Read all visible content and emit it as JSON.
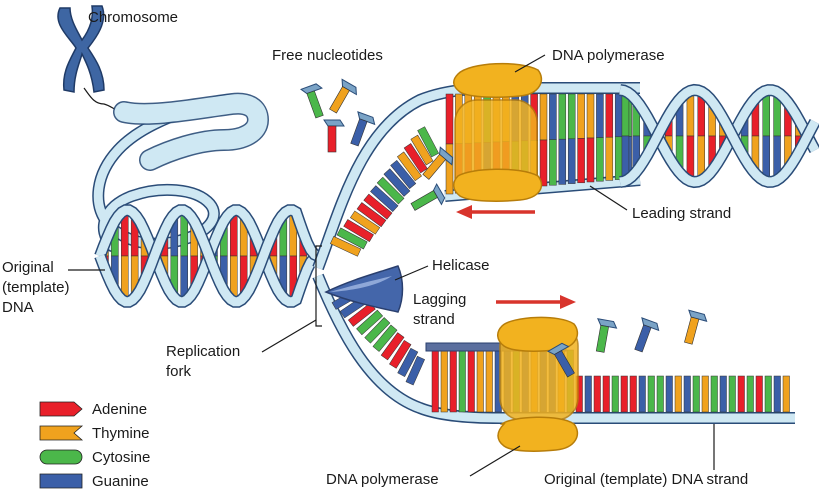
{
  "labels": {
    "chromosome": "Chromosome",
    "free_nucleotides": "Free nucleotides",
    "dna_polymerase_top": "DNA polymerase",
    "leading_strand": "Leading strand",
    "original_template_dna": [
      "Original",
      "(template)",
      "DNA"
    ],
    "helicase": "Helicase",
    "lagging_strand": [
      "Lagging",
      "strand"
    ],
    "replication_fork": [
      "Replication",
      "fork"
    ],
    "dna_polymerase_bottom": "DNA polymerase",
    "original_template_strand": "Original (template) DNA strand"
  },
  "legend": [
    {
      "name": "Adenine",
      "color": "#e8202a"
    },
    {
      "name": "Thymine",
      "color": "#f0a21e"
    },
    {
      "name": "Cytosine",
      "color": "#4bb74a"
    },
    {
      "name": "Guanine",
      "color": "#3b5fa8"
    }
  ],
  "colors": {
    "backbone_fill": "#cfe8f3",
    "backbone_stroke": "#2a4c78",
    "polymerase": "#f2b21f",
    "helicase": "#4466aa",
    "arrow": "#d8342c",
    "chromosome": "#3e66a3"
  }
}
